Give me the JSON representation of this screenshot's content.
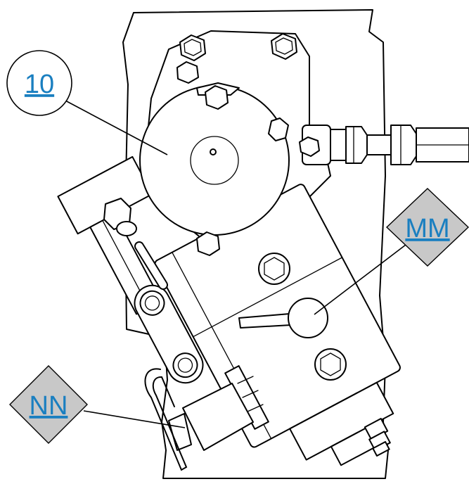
{
  "callouts": {
    "c10": {
      "label": "10",
      "shape": "circle"
    },
    "cMM": {
      "label": "MM",
      "shape": "diamond"
    },
    "cNN": {
      "label": "NN",
      "shape": "diamond"
    }
  },
  "colors": {
    "link": "#1a7fc0",
    "diamond_fill": "#c8c8c8",
    "line": "#000000"
  }
}
